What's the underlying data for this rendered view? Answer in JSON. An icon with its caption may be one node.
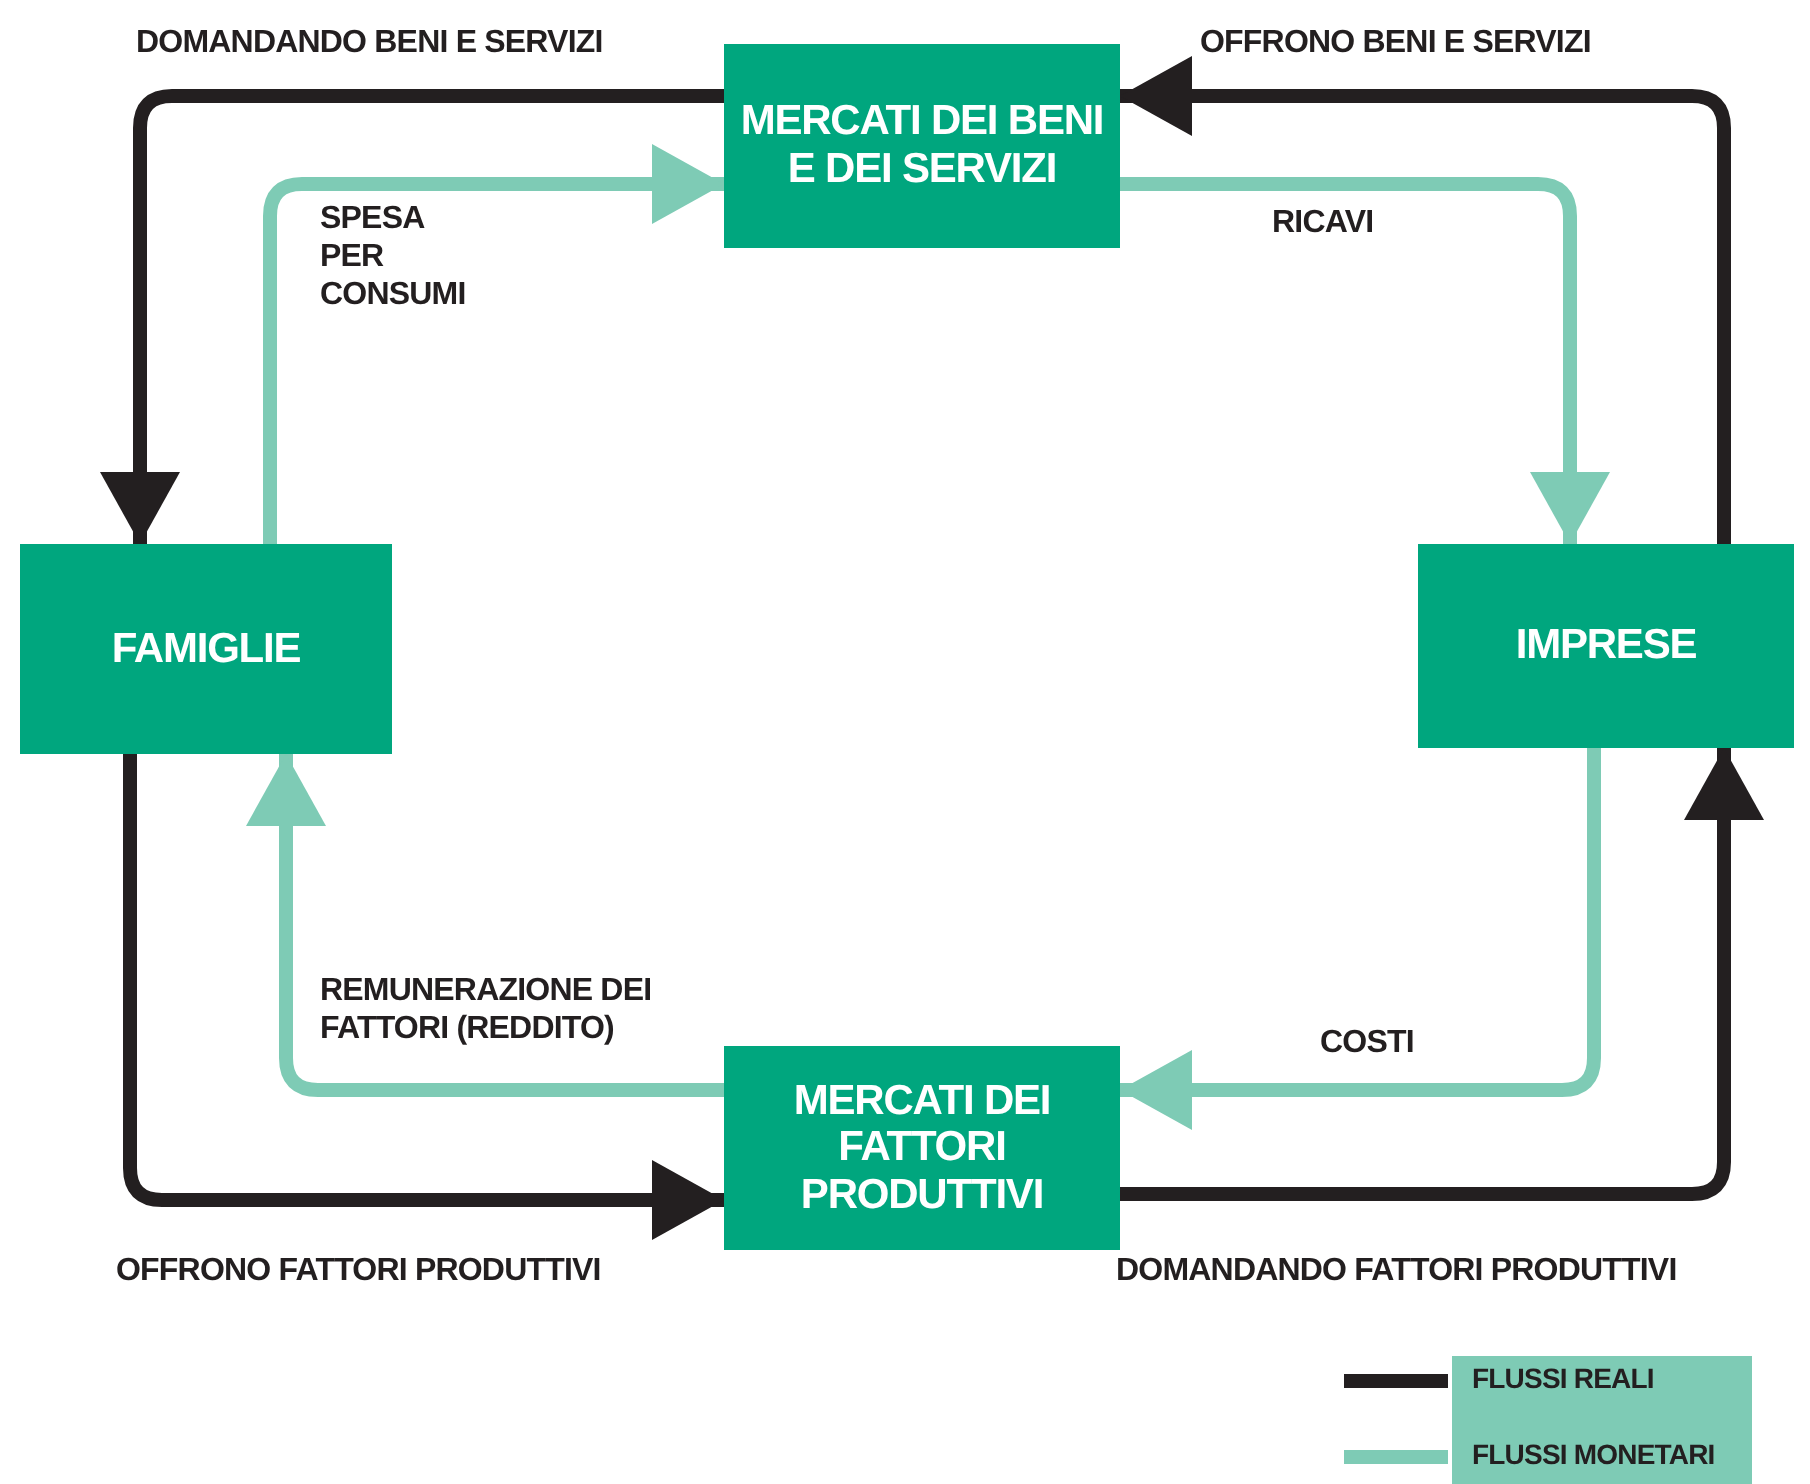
{
  "diagram": {
    "nodes": [
      {
        "text": [
          "MERCATI DEI BENI E DEI SERVIZI"
        ]
      },
      {
        "text": [
          "FAMIGLIE"
        ]
      },
      {
        "text": [
          "IMPRESE"
        ]
      },
      {
        "text": [
          "MERCATI DEI FATTORI PRODUTTIVI"
        ]
      }
    ],
    "edges": [
      {
        "from": 0,
        "to": 1,
        "arrow": "to",
        "label": "DOMANDANDO BENI E SERVIZI",
        "color": "#231f20"
      },
      {
        "from": 2,
        "to": 0,
        "arrow": "to",
        "label": "OFFRONO BENI E SERVIZI",
        "color": "#231f20"
      },
      {
        "from": 1,
        "to": 0,
        "arrow": "to",
        "label": "SPESA PER CONSUMI",
        "color": "#7ecbb5"
      },
      {
        "from": 0,
        "to": 2,
        "arrow": "to",
        "label": "RICAVI",
        "color": "#7ecbb5"
      },
      {
        "from": 1,
        "to": 3,
        "arrow": "to",
        "label": "OFFRONO FATTORI PRODUTTIVI",
        "color": "#231f20"
      },
      {
        "from": 3,
        "to": 2,
        "arrow": "to",
        "label": "DOMANDANDO FATTORI PRODUTTIVI",
        "color": "#231f20"
      },
      {
        "from": 2,
        "to": 3,
        "arrow": "to",
        "label": "COSTI",
        "color": "#7ecbb5"
      },
      {
        "from": 3,
        "to": 1,
        "arrow": "to",
        "label": "REMUNERAZIONE DEI FATTORI (REDDITO)",
        "color": "#7ecbb5"
      }
    ],
    "legend": [
      {
        "text": "FLUSSI REALI",
        "color": "#231f20"
      },
      {
        "text": "FLUSSI MONETARI",
        "color": "#7ecbb5"
      }
    ]
  }
}
